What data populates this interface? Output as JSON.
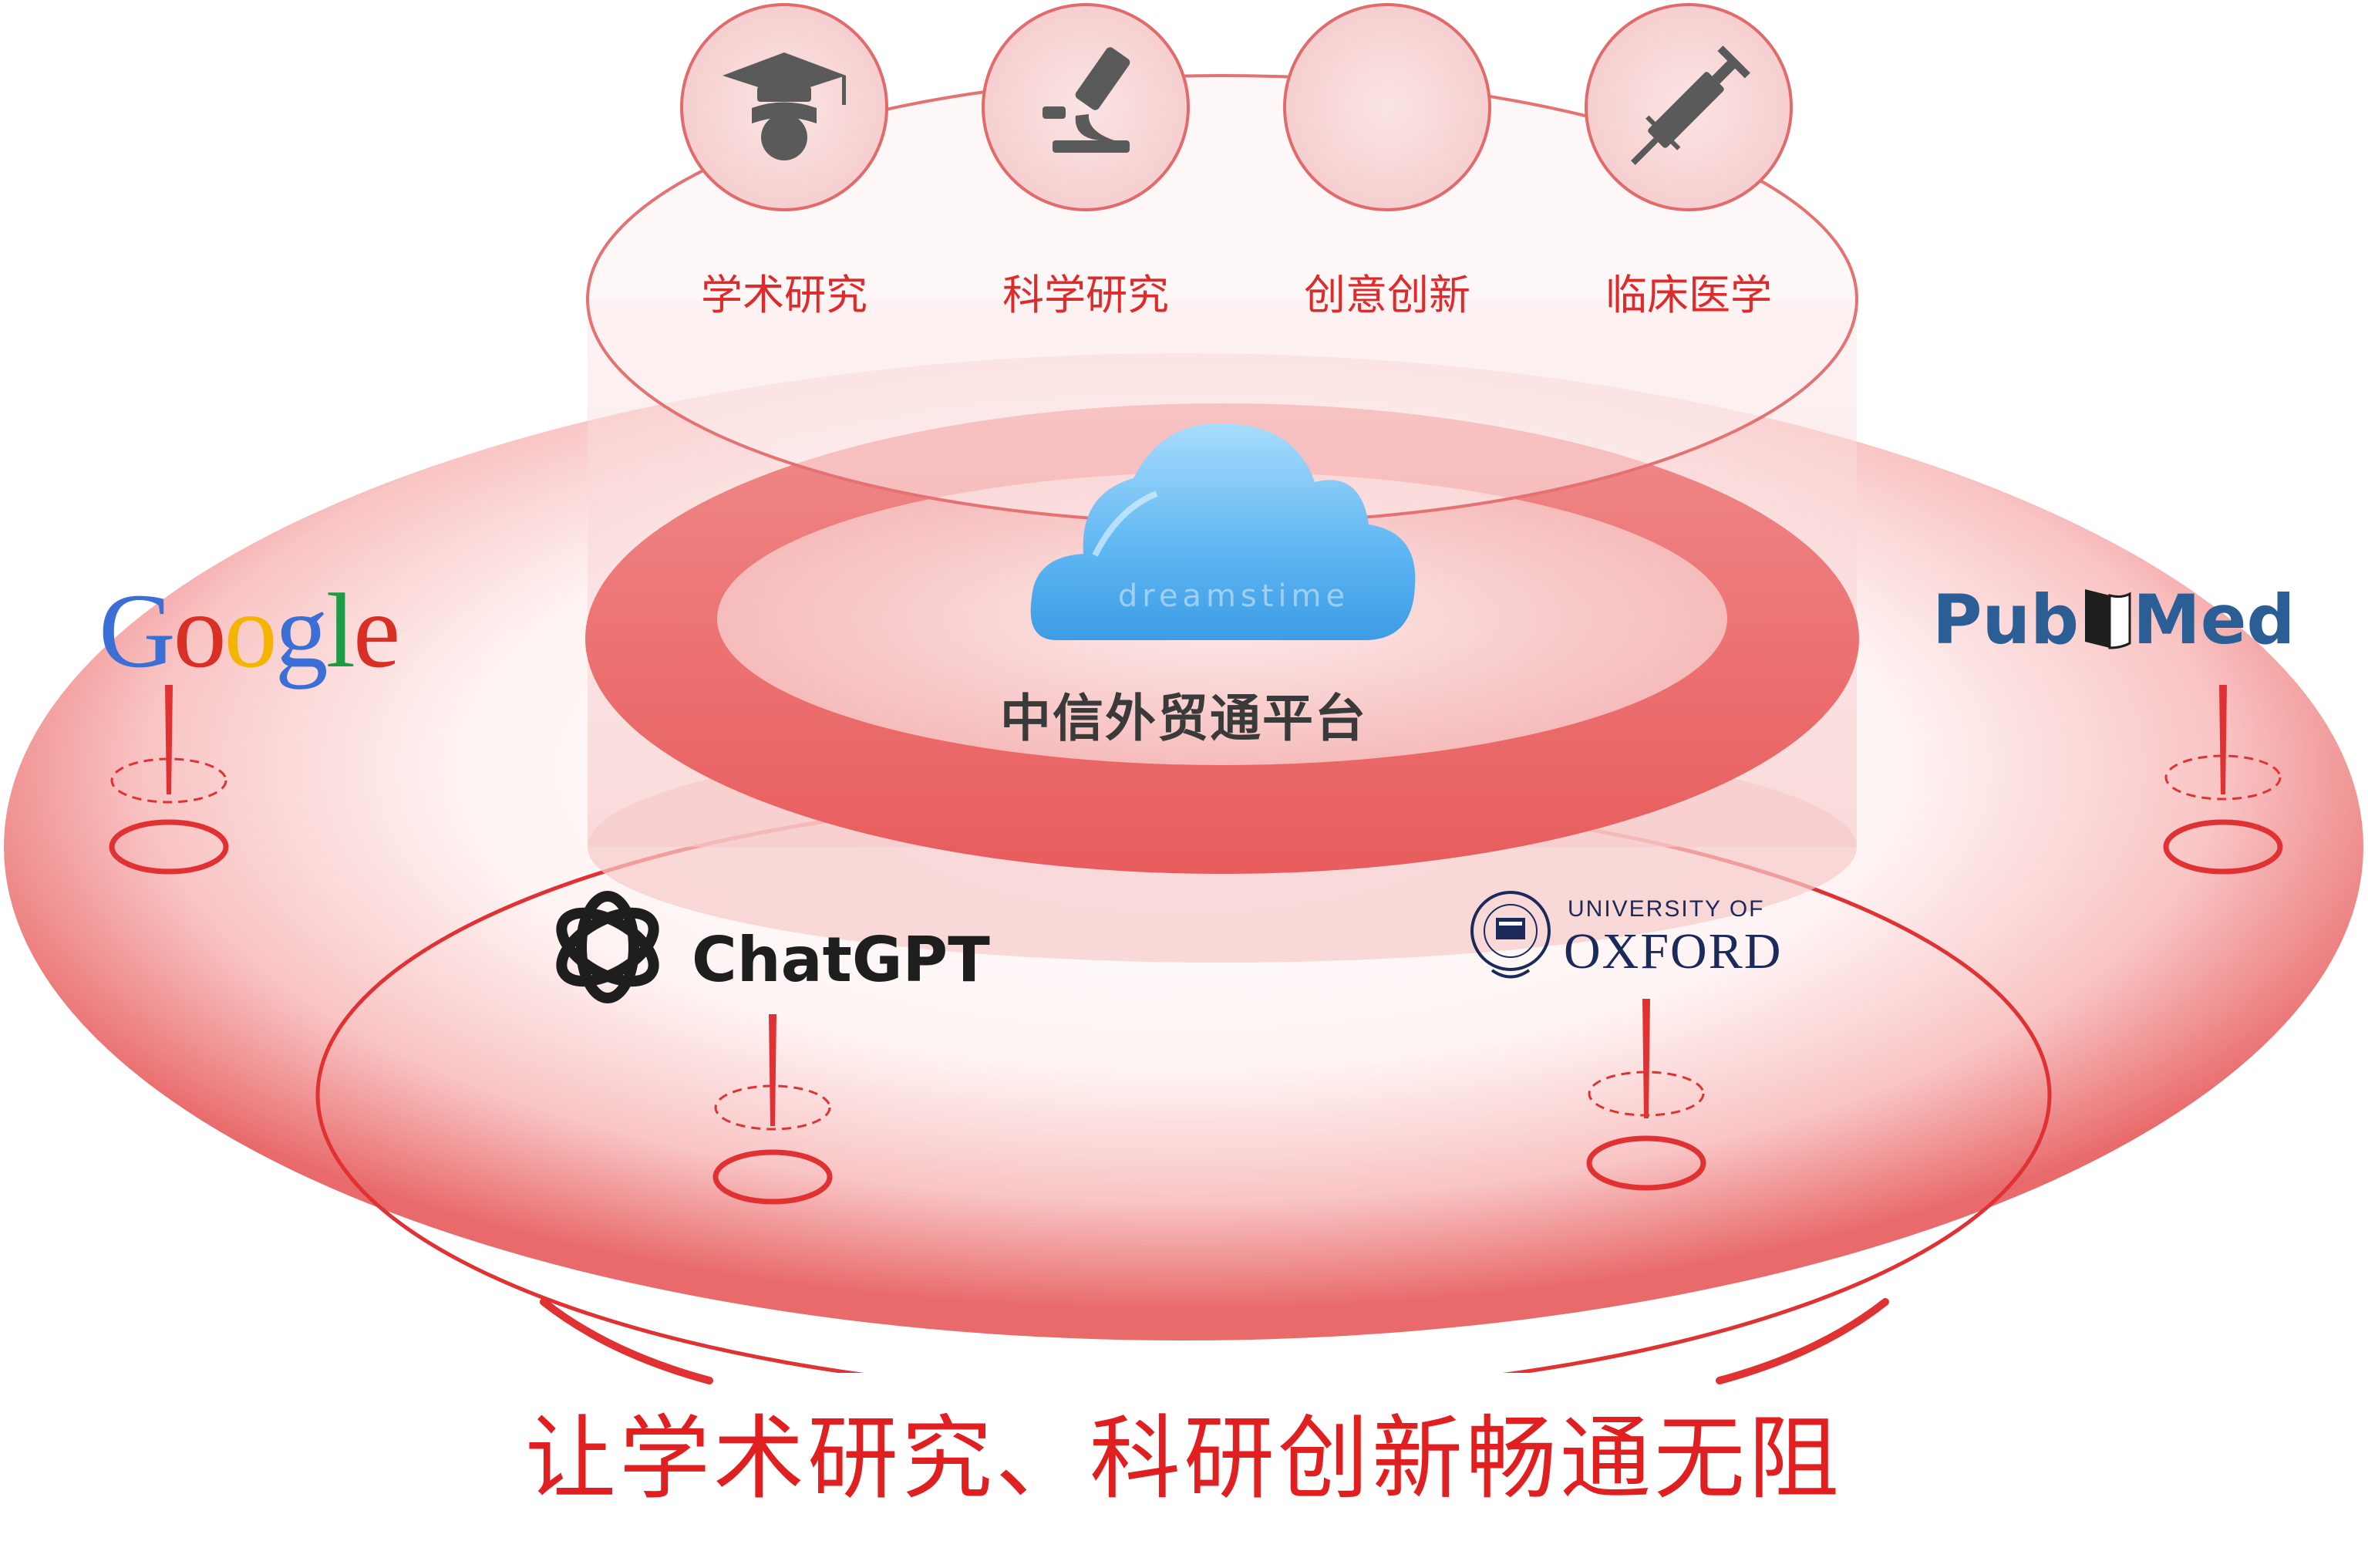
{
  "categories": [
    {
      "label": "学术研究",
      "icon": "graduation-cap-icon"
    },
    {
      "label": "科学研究",
      "icon": "microscope-icon"
    },
    {
      "label": "创意创新",
      "icon": "blank-icon"
    },
    {
      "label": "临床医学",
      "icon": "syringe-icon"
    }
  ],
  "platform": {
    "title": "中信外贸通平台",
    "icon": "cloud-icon"
  },
  "watermark": "dreamstime",
  "partners": {
    "google": {
      "letters": [
        "G",
        "o",
        "o",
        "g",
        "l",
        "e"
      ],
      "colors": [
        "#3b6fd6",
        "#d93025",
        "#f4b400",
        "#3b6fd6",
        "#1e9b46",
        "#d93025"
      ]
    },
    "chatgpt": {
      "name": "ChatGPT"
    },
    "oxford": {
      "line1": "UNIVERSITY OF",
      "line2": "OXFORD"
    },
    "pubmed": {
      "part1": "Pub",
      "part2": "Med"
    }
  },
  "slogan": "让学术研究、科研创新畅通无阻",
  "colors": {
    "accent": "#e02020",
    "ring": "#ee6a6a",
    "cloud": "#5cb6f0",
    "pubmed": "#2b5e94",
    "oxford": "#1b2a5a"
  }
}
